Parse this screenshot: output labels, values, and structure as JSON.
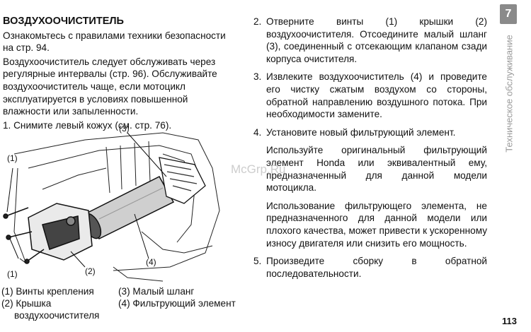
{
  "left": {
    "heading": "ВОЗДУХООЧИСТИТЕЛЬ",
    "para1": "Ознакомьтесь с правилами техники безопасности на стр. 94.",
    "para2": "Воздухоочиститель следует обслуживать через регулярные интервалы (стр. 96). Обслуживайте воздухоочиститель чаще, если мотоцикл эксплуатируется в условиях повышенной влажности или запыленности.",
    "step1": "1. Снимите левый кожух (см. стр. 76)."
  },
  "diagram": {
    "label_1_top": "(1)",
    "label_1_bottom": "(1)",
    "label_2": "(2)",
    "label_3": "(3)",
    "label_4": "(4)"
  },
  "captions": {
    "c1": "(1) Винты крепления",
    "c2a": "(2) Крышка",
    "c2b": "воздухоочистителя",
    "c3": "(3) Малый шланг",
    "c4": "(4) Фильтрующий элемент"
  },
  "right": {
    "s2_num": "2.",
    "s2": "Отверните винты (1) крышки (2) воздухоочистителя. Отсоедините малый шланг (3), соединенный с отсекающим клапаном сзади корпуса очистителя.",
    "s3_num": "3.",
    "s3": "Извлеките воздухоочиститель (4) и проведите его чистку сжатым воздухом со стороны, обратной направлению воздушного потока. При необходимости замените.",
    "s4_num": "4.",
    "s4": "Установите новый фильтрующий элемент.",
    "s4_note1": "Используйте оригинальный фильтрующий элемент Honda или эквивалентный ему, предназначенный для данной модели мотоцикла.",
    "s4_note2": "Использование фильтрующего элемента, не предназначенного для данной модели или плохого качества, может привести к ускоренному износу двигателя или снизить его мощность.",
    "s5_num": "5.",
    "s5": "Произведите сборку в обратной последовательности."
  },
  "side": {
    "chapter": "7",
    "section": "Техническое обслуживание"
  },
  "page_number": "113",
  "watermark": "McGrp.Ru"
}
